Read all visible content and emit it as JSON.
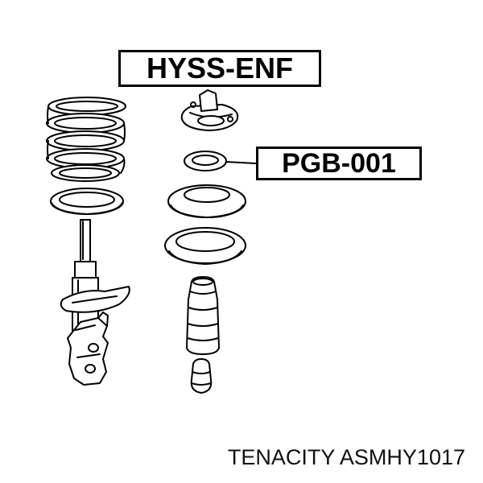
{
  "callouts": {
    "top_mount_label": "HYSS-ENF",
    "bearing_label": "PGB-001"
  },
  "caption": "TENACITY ASMHY1017",
  "colors": {
    "ink": "#000000",
    "background": "#ffffff"
  }
}
